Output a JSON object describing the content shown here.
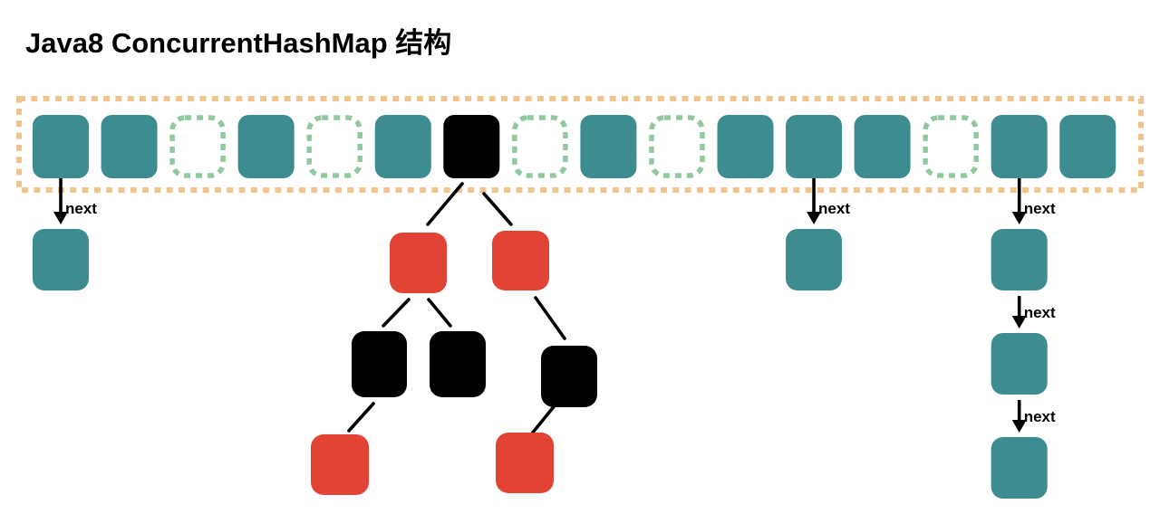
{
  "title": "Java8 ConcurrentHashMap 结构",
  "labels": {
    "next": "next"
  },
  "colors": {
    "background": "#FFFFFF",
    "title_text": "#000000",
    "node_teal": "#3D8C90",
    "node_red": "#E14434",
    "node_black": "#000000",
    "array_border": "#EFC48F",
    "empty_cell_border": "#92C89E",
    "edge_line": "#000000",
    "arrow": "#000000",
    "label_text": "#000000"
  },
  "array": {
    "slot_count": 16,
    "cells": [
      "filled",
      "filled",
      "empty",
      "filled",
      "empty",
      "filled",
      "tree-root",
      "empty",
      "filled",
      "empty",
      "filled",
      "filled",
      "filled",
      "empty",
      "filled",
      "filled"
    ]
  },
  "chains": [
    {
      "bucket_index": 0,
      "node_count": 1
    },
    {
      "bucket_index": 11,
      "node_count": 1
    },
    {
      "bucket_index": 14,
      "node_count": 3
    }
  ],
  "tree": {
    "bucket_index": 6,
    "nodes": [
      {
        "id": "r1",
        "color": "red"
      },
      {
        "id": "r2",
        "color": "red"
      },
      {
        "id": "b1",
        "color": "black"
      },
      {
        "id": "b2",
        "color": "black"
      },
      {
        "id": "b3",
        "color": "black"
      },
      {
        "id": "r3",
        "color": "red"
      },
      {
        "id": "r4",
        "color": "red"
      }
    ],
    "edges": [
      [
        "root",
        "r1"
      ],
      [
        "root",
        "r2"
      ],
      [
        "r1",
        "b1"
      ],
      [
        "r1",
        "b2"
      ],
      [
        "r2",
        "b3"
      ],
      [
        "b1",
        "r3"
      ],
      [
        "b3",
        "r4"
      ]
    ]
  }
}
